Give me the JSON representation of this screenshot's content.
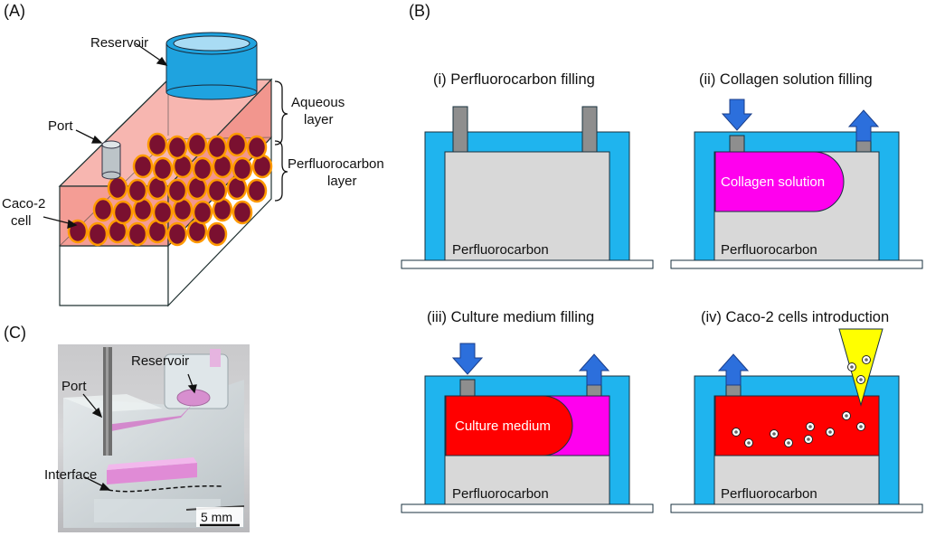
{
  "panels": {
    "a": "(A)",
    "b": "(B)",
    "c": "(C)"
  },
  "panel_a": {
    "reservoir": "Reservoir",
    "port": "Port",
    "aqueous_1": "Aqueous",
    "aqueous_2": "layer",
    "pfc_1": "Perfluorocarbon",
    "pfc_2": "layer",
    "cell_1": "Caco-2",
    "cell_2": "cell"
  },
  "panel_b": {
    "steps": [
      {
        "title": "(i) Perfluorocarbon filling"
      },
      {
        "title": "(ii) Collagen solution filling",
        "inner_label": "Collagen solution"
      },
      {
        "title": "(iii) Culture medium filling",
        "inner_label": "Culture medium"
      },
      {
        "title": "(iv) Caco-2 cells introduction"
      }
    ],
    "bottom_label": "Perfluorocarbon"
  },
  "panel_c": {
    "port": "Port",
    "reservoir": "Reservoir",
    "interface": "Interface",
    "scale": "5 mm"
  },
  "colors": {
    "frame_blue": "#1fb4ee",
    "pfc_gray": "#d8d8d8",
    "collagen_magenta": "#ff00ee",
    "medium_red": "#ff0000",
    "arrow_blue": "#2c6fdc",
    "aqueous_pink": "#f5a09a",
    "cell_dark": "#7a1030",
    "cell_ring": "#ff9a00",
    "tip_yellow": "#ffff00"
  }
}
